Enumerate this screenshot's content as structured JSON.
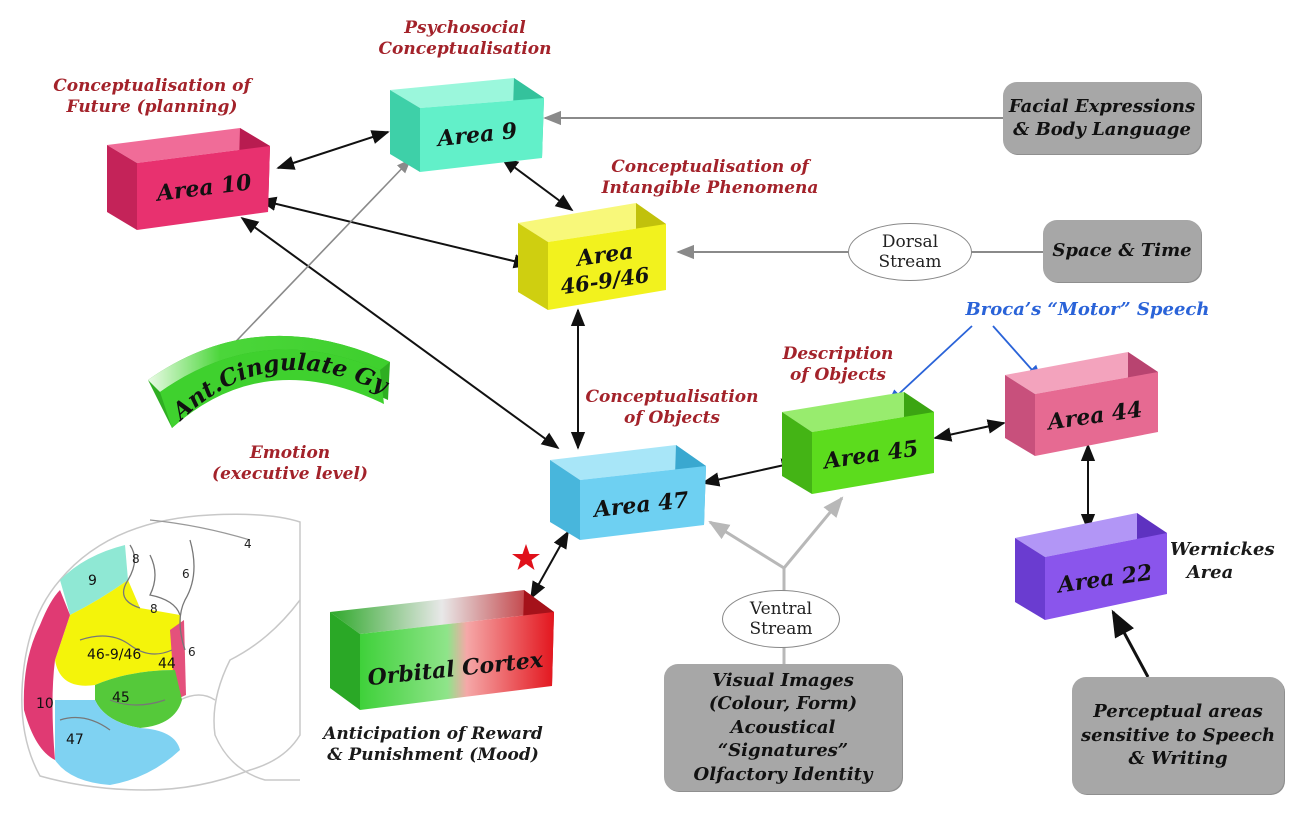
{
  "nodes": {
    "area10": "Area 10",
    "area9": "Area 9",
    "area46_line1": "Area",
    "area46_line2": "46-9/46",
    "area47": "Area 47",
    "area45": "Area 45",
    "area44": "Area 44",
    "area22": "Area 22",
    "orbital": "Orbital Cortex",
    "cingulate": "Ant.Cingulate Gyrus"
  },
  "labels": {
    "conc_future_1": "Conceptualisation of",
    "conc_future_2": "Future (planning)",
    "psychosocial_1": "Psychosocial",
    "psychosocial_2": "Conceptualisation",
    "intangible_1": "Conceptualisation of",
    "intangible_2": "Intangible Phenomena",
    "conc_objects_1": "Conceptualisation",
    "conc_objects_2": "of Objects",
    "desc_objects_1": "Description",
    "desc_objects_2": "of Objects",
    "broca": "Broca’s “Motor” Speech",
    "emotion_1": "Emotion",
    "emotion_2": "(executive level)",
    "anticipation_1": "Anticipation of Reward",
    "anticipation_2": "& Punishment (Mood)",
    "wernicke_1": "Wernickes",
    "wernicke_2": "Area"
  },
  "inputs": {
    "facial_1": "Facial Expressions",
    "facial_2": "& Body Language",
    "space_time": "Space & Time",
    "visual_1": "Visual Images",
    "visual_2": "(Colour, Form)",
    "visual_3": "Acoustical “Signatures”",
    "visual_4": "Olfactory Identity",
    "perceptual_1": "Perceptual areas",
    "perceptual_2": "sensitive to Speech",
    "perceptual_3": "& Writing"
  },
  "streams": {
    "dorsal_1": "Dorsal",
    "dorsal_2": "Stream",
    "ventral_1": "Ventral",
    "ventral_2": "Stream"
  },
  "brain_map": {
    "r4": "4",
    "r6a": "6",
    "r6b": "6",
    "r8a": "8",
    "r8b": "8",
    "r9": "9",
    "r46": "46-9/46",
    "r44": "44",
    "r45": "45",
    "r10": "10",
    "r47": "47"
  },
  "colors": {
    "area10": "#e8316f",
    "area9": "#62f0c9",
    "area46": "#f2f21e",
    "area47": "#6ed0f2",
    "area45": "#5cdc1d",
    "area44": "#e66a92",
    "area22": "#8a55ec",
    "title_red": "#a3222a",
    "broca_blue": "#2a63d8",
    "input_box": "#a7a7a7"
  }
}
